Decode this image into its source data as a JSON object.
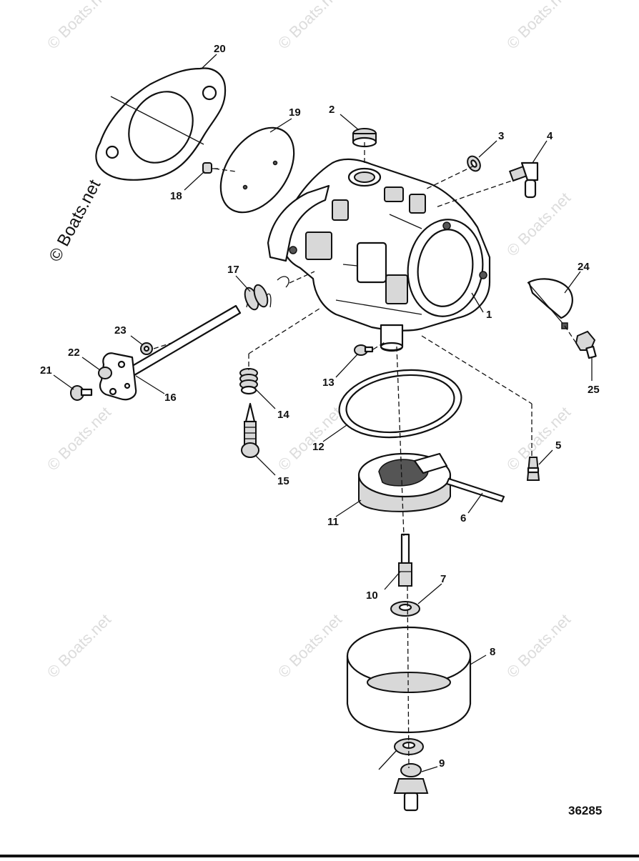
{
  "diagram": {
    "drawing_number": "36285",
    "watermark_text": "© Boats.net",
    "callouts": [
      "1",
      "2",
      "3",
      "4",
      "5",
      "6",
      "7",
      "8",
      "9",
      "10",
      "11",
      "12",
      "13",
      "14",
      "15",
      "16",
      "17",
      "18",
      "19",
      "20",
      "21",
      "22",
      "23",
      "24",
      "25"
    ]
  },
  "colors": {
    "ink": "#111111",
    "watermark": "#dcdcdc",
    "shade": "#d8d8d8"
  }
}
